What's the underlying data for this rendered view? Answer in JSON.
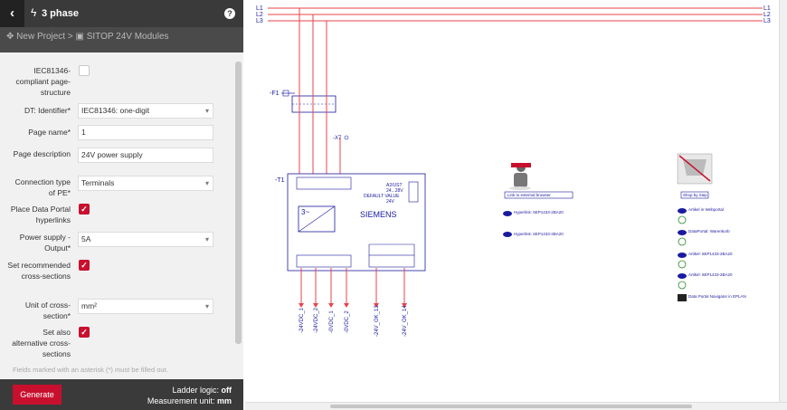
{
  "header": {
    "back_icon": "chevron-left-icon",
    "bolt_icon": "lightning-icon",
    "title": "3 phase",
    "help_icon": "question-icon"
  },
  "breadcrumb": {
    "home_icon": "gear-icon",
    "root": "New Project",
    "sep": ">",
    "current_icon": "page-icon",
    "current": "SITOP 24V Modules"
  },
  "form": {
    "iec_compliant": {
      "label": "IEC81346-compliant page-structure",
      "checked": false
    },
    "dt_identifier": {
      "label": "DT: Identifier*",
      "value": "IEC81346: one-digit"
    },
    "page_name": {
      "label": "Page name*",
      "value": "1"
    },
    "page_description": {
      "label": "Page description",
      "value": "24V power supply"
    },
    "connection_type_pe": {
      "label": "Connection type of PE*",
      "value": "Terminals"
    },
    "place_portal_links": {
      "label": "Place Data Portal hyperlinks",
      "checked": true
    },
    "power_output": {
      "label": "Power supply - Output*",
      "value": "5A"
    },
    "recommended_cross": {
      "label": "Set recommended cross-sections",
      "checked": true
    },
    "unit_cross": {
      "label": "Unit of cross-section*",
      "value": "mm²"
    },
    "alt_cross": {
      "label": "Set also alternative cross-sections",
      "checked": true
    },
    "note": "Fields marked with an asterisk (*) must be filled out."
  },
  "footer": {
    "generate_label": "Generate",
    "ladder_label": "Ladder logic:",
    "ladder_value": "off",
    "unit_label": "Measurement unit:",
    "unit_value": "mm"
  },
  "schematic": {
    "buses": [
      "L1",
      "L2",
      "L3"
    ],
    "fuse_tag": "-F1",
    "supply_tag": "-T1",
    "terminal_tag": "-X7",
    "brand": "SIEMENS",
    "device_info": [
      "A2/UST",
      "24...28V",
      "DEFAULT VALUE",
      "24V"
    ],
    "outputs": [
      "-24VDC_1",
      "-24VDC_2",
      "-0VDC_1",
      "-0VDC_2",
      "-24V_OK_13",
      "-24V_OK_14"
    ],
    "link_left_title": "Link to external browser",
    "link_right_title": "Shop by Siep",
    "left_links": [
      "Hyperlink: 6EP1433-2BA20",
      "Hyperlink: 6EP1433-2BA20"
    ],
    "right_links": [
      "Artikel in Webportal",
      "DataPortal: Warenkorb",
      "Artikel: 6EP1433-2BA20",
      "Artikel: 6EP1433-2BA20",
      "Data Portal Navigator in EPLAN"
    ]
  }
}
